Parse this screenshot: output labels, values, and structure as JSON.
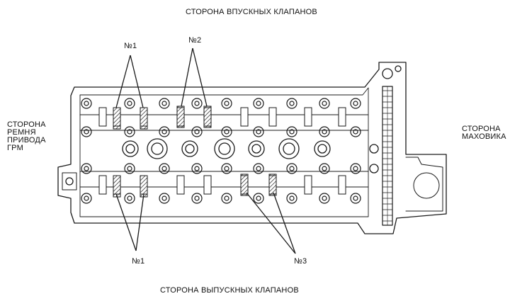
{
  "labels": {
    "intake_side": "СТОРОНА ВПУСКНЫХ КЛАПАНОВ",
    "exhaust_side": "СТОРОНА ВЫПУСКНЫХ КЛАПАНОВ",
    "timing_belt_side": "СТОРОНА\nРЕМНЯ\nПРИВОДА\nГРМ",
    "flywheel_side": "СТОРОНА\nМАХОВИКА"
  },
  "callouts": {
    "intake_no1": "№1",
    "intake_no2": "№2",
    "exhaust_no1": "№1",
    "exhaust_no3": "№3"
  },
  "colors": {
    "line": "#1a1a1a",
    "hatch": "#333333",
    "background": "#ffffff"
  }
}
